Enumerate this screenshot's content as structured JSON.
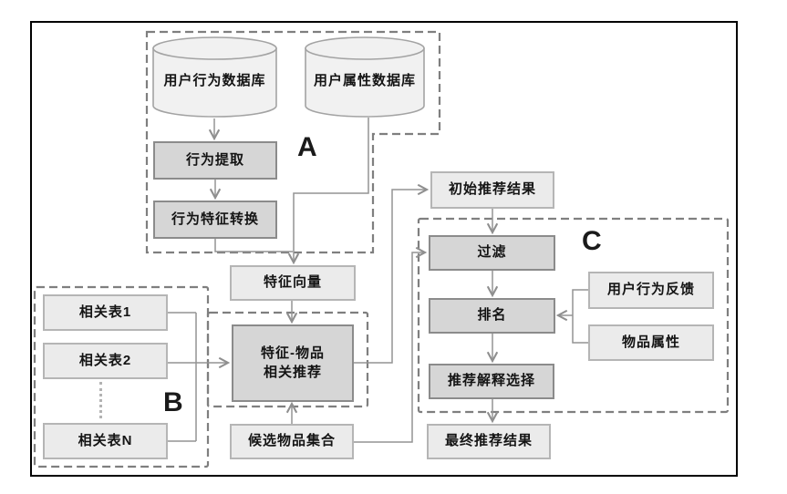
{
  "diagram": {
    "title": "",
    "regions": [
      {
        "id": "A",
        "label": "A"
      },
      {
        "id": "B",
        "label": "B"
      },
      {
        "id": "C",
        "label": "C"
      }
    ],
    "nodes": {
      "db_behavior": {
        "label": "用户行为数据库",
        "shape": "cylinder"
      },
      "db_attribute": {
        "label": "用户属性数据库",
        "shape": "cylinder"
      },
      "extract": {
        "label": "行为提取",
        "shape": "process"
      },
      "convert": {
        "label": "行为特征转换",
        "shape": "process"
      },
      "feature_vector": {
        "label": "特征向量",
        "shape": "data"
      },
      "feature_item": {
        "label": "特征-物品\n相关推荐",
        "shape": "process"
      },
      "initial_result": {
        "label": "初始推荐结果",
        "shape": "data"
      },
      "filter": {
        "label": "过滤",
        "shape": "process"
      },
      "rank": {
        "label": "排名",
        "shape": "process"
      },
      "explain_select": {
        "label": "推荐解释选择",
        "shape": "process"
      },
      "final_result": {
        "label": "最终推荐结果",
        "shape": "data"
      },
      "user_feedback": {
        "label": "用户行为反馈",
        "shape": "data"
      },
      "item_attribute": {
        "label": "物品属性",
        "shape": "data"
      },
      "rel_table_1": {
        "label": "相关表1",
        "shape": "data"
      },
      "rel_table_2": {
        "label": "相关表2",
        "shape": "data"
      },
      "rel_table_n": {
        "label": "相关表N",
        "shape": "data"
      },
      "candidate_set": {
        "label": "候选物品集合",
        "shape": "data"
      }
    },
    "edges": [
      {
        "from": "用户行为数据库",
        "to": "行为提取"
      },
      {
        "from": "行为提取",
        "to": "行为特征转换"
      },
      {
        "from": "行为特征转换",
        "to": "特征向量"
      },
      {
        "from": "用户属性数据库",
        "to": "特征向量"
      },
      {
        "from": "特征向量",
        "to": "特征-物品相关推荐"
      },
      {
        "from": "相关表1",
        "to": "特征-物品相关推荐"
      },
      {
        "from": "相关表2",
        "to": "特征-物品相关推荐"
      },
      {
        "from": "相关表N",
        "to": "特征-物品相关推荐"
      },
      {
        "from": "候选物品集合",
        "to": "特征-物品相关推荐"
      },
      {
        "from": "特征-物品相关推荐",
        "to": "初始推荐结果"
      },
      {
        "from": "初始推荐结果",
        "to": "过滤"
      },
      {
        "from": "候选物品集合",
        "to": "过滤"
      },
      {
        "from": "过滤",
        "to": "排名"
      },
      {
        "from": "用户行为反馈",
        "to": "排名"
      },
      {
        "from": "物品属性",
        "to": "排名"
      },
      {
        "from": "排名",
        "to": "推荐解释选择"
      },
      {
        "from": "推荐解释选择",
        "to": "最终推荐结果"
      }
    ],
    "colors": {
      "frame_border": "#000000",
      "process_fill": "#d6d6d6",
      "process_border": "#8b8b8b",
      "data_fill": "#ebebeb",
      "data_border": "#b5b5b5",
      "cylinder_fill": "#f1f1f1",
      "cylinder_border": "#a3a3a3",
      "dashed_region": "#7f7f7f",
      "connector": "#949494",
      "text": "#141414"
    }
  }
}
